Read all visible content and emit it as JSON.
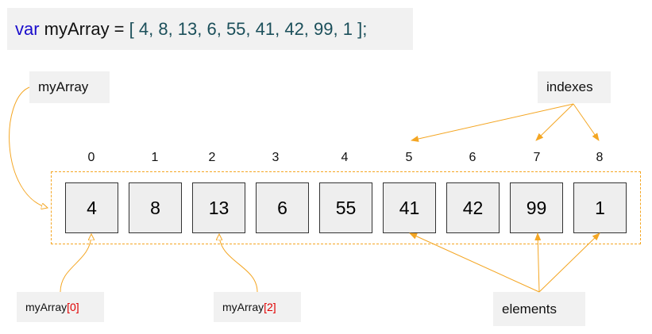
{
  "code": {
    "keyword": "var",
    "declaration": " myArray = ",
    "open_bracket": "[ ",
    "values_text": "4, 8, 13, 6, 55, 41, 42, 99, 1",
    "close": " ];"
  },
  "labels": {
    "array_name": "myArray",
    "indexes": "indexes",
    "elements": "elements",
    "access_0_name": "myArray",
    "access_0_index": "[0]",
    "access_2_name": "myArray",
    "access_2_index": "[2]"
  },
  "array": {
    "indexes": [
      "0",
      "1",
      "2",
      "3",
      "4",
      "5",
      "6",
      "7",
      "8"
    ],
    "elements": [
      "4",
      "8",
      "13",
      "6",
      "55",
      "41",
      "42",
      "99",
      "1"
    ]
  },
  "colors": {
    "accent": "#f4a623",
    "keyword": "#1a0dcc",
    "index_highlight": "#e00000",
    "box_background": "#f1f1f1"
  }
}
